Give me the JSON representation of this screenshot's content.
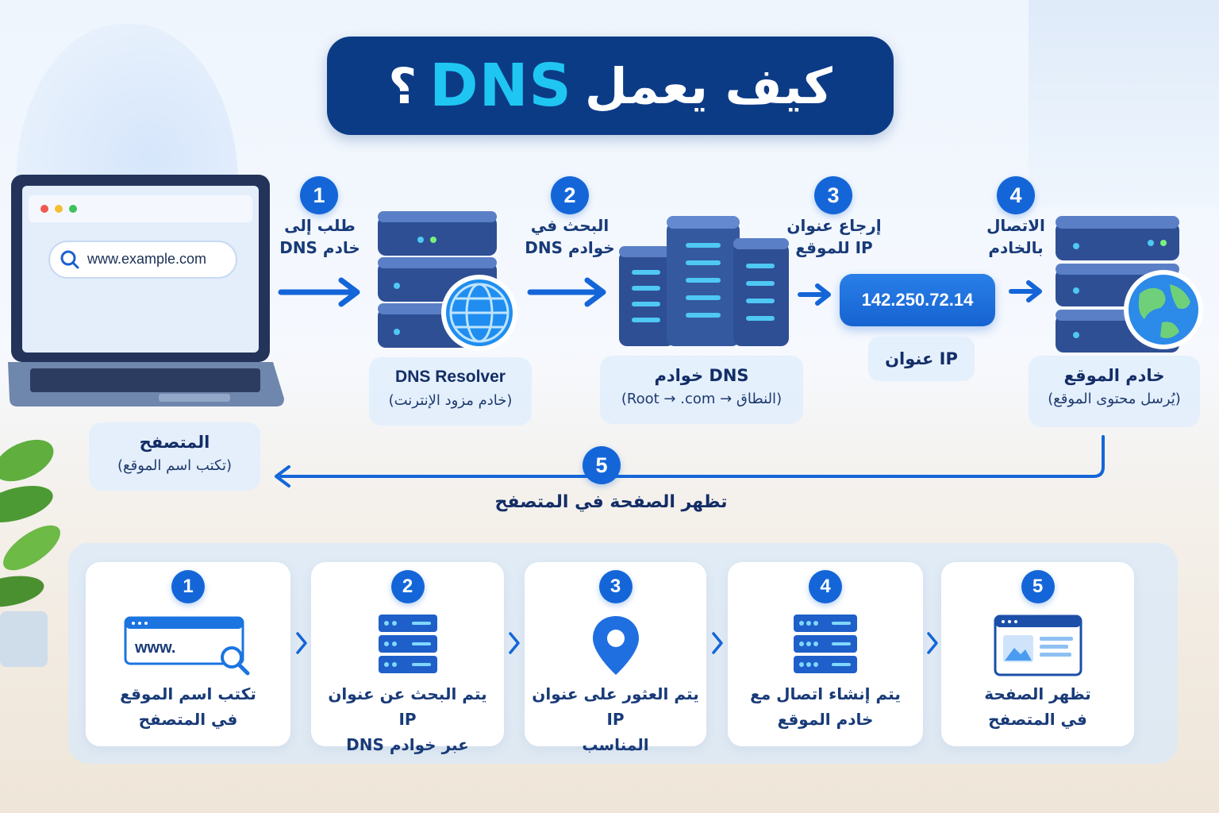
{
  "title": {
    "arabic": "كيف يعمل",
    "english": "DNS",
    "question_mark": "؟"
  },
  "browser": {
    "url": "www.example.com",
    "label_title": "المتصفح",
    "label_sub": "(تكتب اسم الموقع)"
  },
  "steps": [
    {
      "number": "1",
      "line1": "طلب إلى",
      "line2": "خادم DNS"
    },
    {
      "number": "2",
      "line1": "البحث في",
      "line2": "خوادم DNS"
    },
    {
      "number": "3",
      "line1": "إرجاع عنوان",
      "line2": "IP للموقع"
    },
    {
      "number": "4",
      "line1": "الاتصال",
      "line2": "بالخادم"
    },
    {
      "number": "5",
      "line1": "تظهر الصفحة في المتصفح",
      "line2": ""
    }
  ],
  "nodes": {
    "resolver": {
      "title": "DNS Resolver",
      "sub": "(خادم مزود الإنترنت)"
    },
    "dns_servers": {
      "title": "خوادم DNS",
      "sub": "(Root → .com → النطاق)"
    },
    "ip": {
      "value": "142.250.72.14",
      "label": "عنوان IP"
    },
    "web_server": {
      "title": "خادم الموقع",
      "sub": "(يُرسل محتوى الموقع)"
    }
  },
  "summary": [
    {
      "number": "1",
      "icon": "browser-search-icon",
      "icon_text": "www.",
      "line1": "تكتب اسم الموقع",
      "line2": "في المتصفح"
    },
    {
      "number": "2",
      "icon": "server-icon",
      "line1": "يتم البحث عن عنوان IP",
      "line2": "عبر خوادم DNS"
    },
    {
      "number": "3",
      "icon": "location-pin-icon",
      "line1": "يتم العثور على عنوان IP",
      "line2": "المناسب"
    },
    {
      "number": "4",
      "icon": "server-stack-icon",
      "line1": "يتم إنشاء اتصال مع",
      "line2": "خادم الموقع"
    },
    {
      "number": "5",
      "icon": "webpage-icon",
      "line1": "تظهر الصفحة",
      "line2": "في المتصفح"
    }
  ],
  "colors": {
    "navy": "#0c3b86",
    "accent_cyan": "#1fc6f2",
    "primary_blue": "#1466d8",
    "text_dark": "#132d66"
  }
}
